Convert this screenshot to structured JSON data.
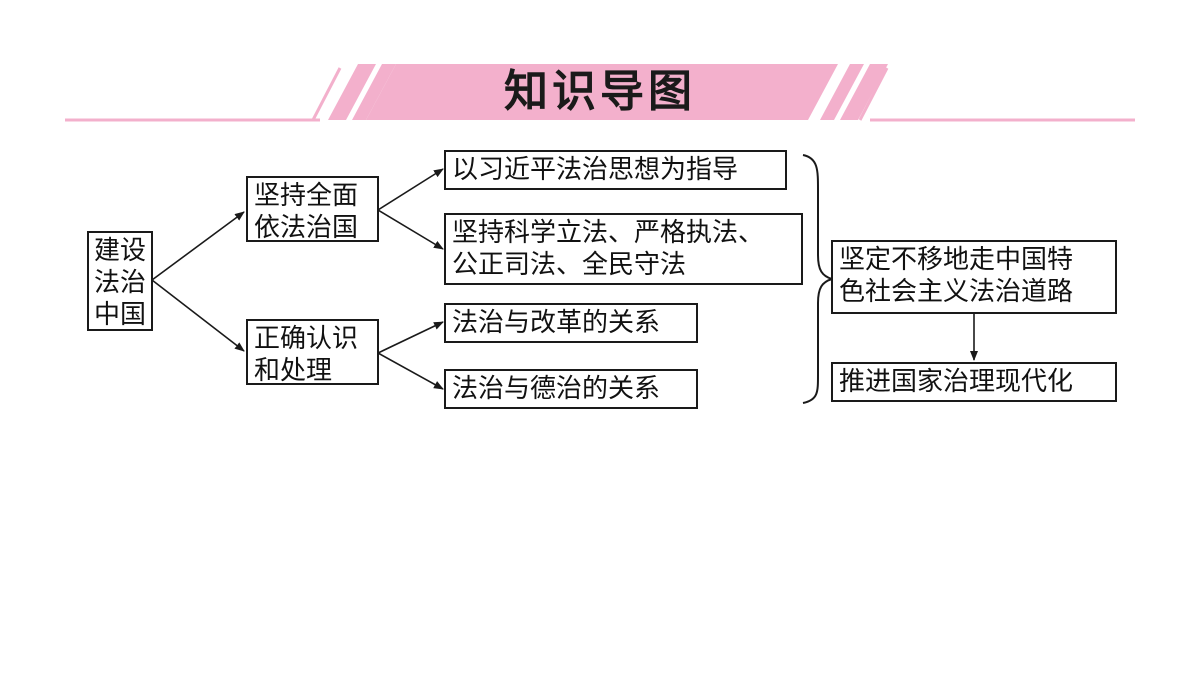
{
  "header": {
    "title": "知识导图",
    "accent_color": "#f3b0cc"
  },
  "nodes": {
    "root": [
      "建设",
      "法治",
      "中国"
    ],
    "branch1": [
      "坚持全面",
      "依法治国"
    ],
    "branch2": [
      "正确认识",
      "和处理"
    ],
    "leaf1": "以习近平法治思想为指导",
    "leaf2": [
      "坚持科学立法、严格执法、",
      "公正司法、全民守法"
    ],
    "leaf3": "法治与改革的关系",
    "leaf4": "法治与德治的关系",
    "outcome": [
      "坚定不移地走中国特",
      "色社会主义法治道路"
    ],
    "final": "推进国家治理现代化"
  }
}
